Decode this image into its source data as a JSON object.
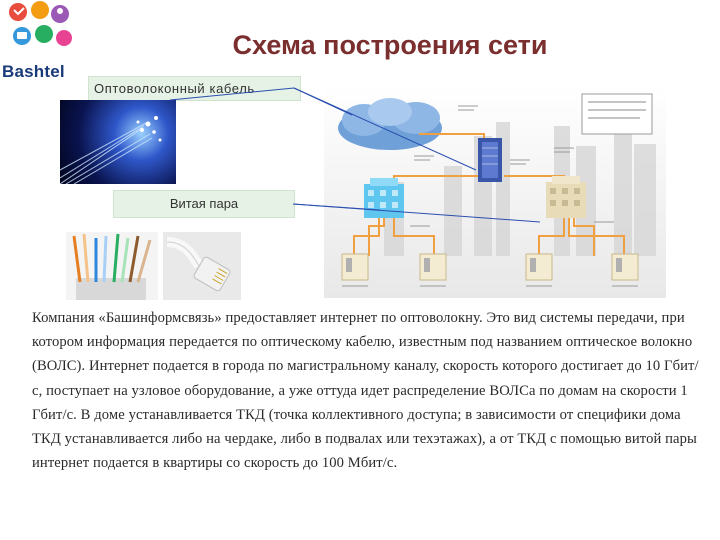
{
  "brand": {
    "name": "Bashtel"
  },
  "title": "Схема построения сети",
  "labels": {
    "fiber": "Оптоволоконный кабель",
    "twisted_pair": "Витая пара"
  },
  "paragraph": "Компания «Башинформсвязь» предоставляет интернет по оптоволокну. Это вид системы передачи, при котором информация передается по оптическому кабелю, известным под названием оптическое волокно (ВОЛС). Интернет подается в города по магистральному каналу, скорость которого достигает до 10 Гбит/с, поступает на узловое оборудование, а уже оттуда идет распределение ВОЛСа по домам на скорости 1 Гбит/с. В доме устанавливается ТКД (точка коллективного доступа; в зависимости от специфики дома ТКД устанавливается либо на чердаке, либо в подвалах или техэтажах), а от ТКД с помощью витой пары интернет подается в квартиры со скорость до 100 Мбит/с.",
  "colors": {
    "title": "#7a2e2e",
    "brand_text": "#1a3b7a",
    "label_bg": "#e6f2e6",
    "connector_blue": "#2a4fb0",
    "connector_orange": "#f0a040"
  }
}
